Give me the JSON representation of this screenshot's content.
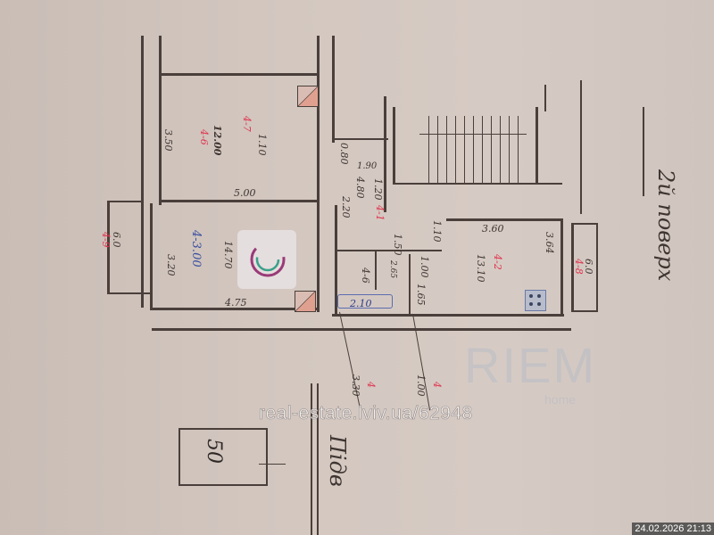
{
  "plan": {
    "floor_label": "2й поверх",
    "basement_label": "Підв",
    "rooms": {
      "room_top": {
        "width": "3.50",
        "length": "5.00",
        "area": "12.00",
        "index": "4-6",
        "marker": "4"
      },
      "closet_top": {
        "area": "1.10",
        "index": "4-7",
        "marker": "4"
      },
      "room_bottom": {
        "width": "3.20",
        "length": "4.75",
        "area": "14.70",
        "index": "4-3.00"
      },
      "balcony_left": {
        "area": "6.0",
        "index": "4-9",
        "marker": "4"
      },
      "corridor": {
        "a": "0.80",
        "b": "1.90",
        "c": "1.20",
        "area": "4.80",
        "d": "2.20",
        "index": "4-1",
        "marker": "4"
      },
      "hall": {
        "a": "1.10",
        "b": "1.50",
        "index": "4-6"
      },
      "bath": {
        "a": "2.10",
        "b": "1.00",
        "c": "1.65",
        "d": "2.65"
      },
      "kitchen": {
        "length": "3.60",
        "width": "3.64",
        "area": "13.10",
        "index": "4-2",
        "marker": "4"
      },
      "balcony_right": {
        "area": "6.0",
        "index": "4-8",
        "marker": "4"
      },
      "callout_1": {
        "value": "3.30",
        "marker": "4"
      },
      "callout_2": {
        "value": "1.00",
        "marker": "4"
      },
      "shed": {
        "value": "50"
      }
    }
  },
  "watermark": "real-estate.lviv.ua/62948",
  "logo_text": "RIEM",
  "logo_sub": "home",
  "timestamp": "24.02.2026 21:13"
}
